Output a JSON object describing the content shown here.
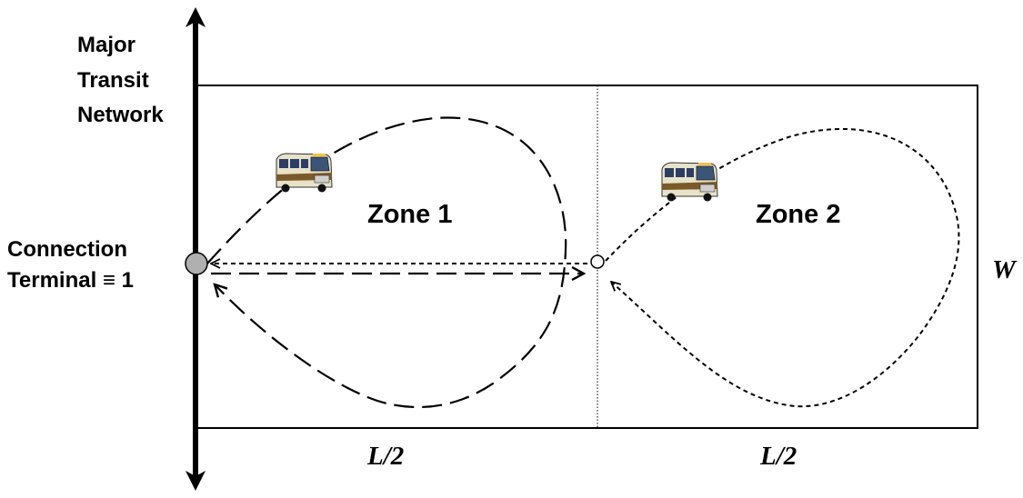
{
  "network_label": [
    "Major",
    "Transit",
    "Network"
  ],
  "terminal_label": {
    "line1": "Connection",
    "line2": "Terminal ≡ 1"
  },
  "zones": [
    {
      "label": "Zone 1"
    },
    {
      "label": "Zone 2"
    }
  ],
  "dimensions": {
    "width_label": "W",
    "half_length_left": "L/2",
    "half_length_right": "L/2"
  },
  "icons": {
    "zone1_vehicle": "bus-icon",
    "zone2_vehicle": "bus-icon",
    "terminal_node": "connection-terminal-node",
    "transfer_node": "transfer-point-node"
  },
  "colors": {
    "line": "#000000",
    "terminal_fill": "#b0b0b0",
    "transfer_fill": "#ffffff"
  }
}
